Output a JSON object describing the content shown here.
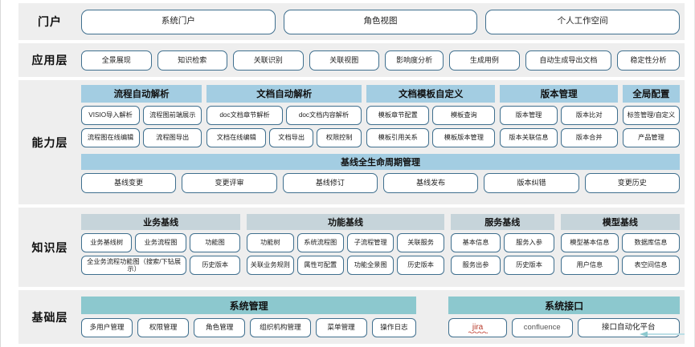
{
  "colors": {
    "band_bg": "#eeeeee",
    "pill_border": "#3f6f8e",
    "capability_header": "#a3cde2",
    "knowledge_header": "#c6d4da",
    "foundation_header": "#8cc8ce",
    "page_bg": "#ffffff"
  },
  "layers": {
    "portal": {
      "label": "门户",
      "items": [
        "系统门户",
        "角色视图",
        "个人工作空间"
      ]
    },
    "application": {
      "label": "应用层",
      "items": [
        "全景展现",
        "知识检索",
        "关联识别",
        "关联视图",
        "影响度分析",
        "生成用例",
        "自动生成导出文档",
        "稳定性分析"
      ]
    },
    "capability": {
      "label": "能力层",
      "groups": [
        {
          "title": "流程自动解析",
          "rows": [
            [
              "VISIO导入解析",
              "流程图前端展示"
            ],
            [
              "流程图在线编辑",
              "流程图导出"
            ]
          ]
        },
        {
          "title": "文档自动解析",
          "rows": [
            [
              "doc文档章节解析",
              "doc文档内容解析"
            ],
            [
              "文档在线编辑",
              "文档导出",
              "权限控制"
            ]
          ]
        },
        {
          "title": "文档模板自定义",
          "rows": [
            [
              "模板章节配置",
              "模板查询"
            ],
            [
              "模板引用关系",
              "模板版本管理"
            ]
          ]
        },
        {
          "title": "版本管理",
          "rows": [
            [
              "版本管理",
              "版本比对"
            ],
            [
              "版本关联信息",
              "版本合并"
            ]
          ]
        },
        {
          "title": "全局配置",
          "rows": [
            [
              "标签管理/自定义"
            ],
            [
              "产品管理"
            ]
          ]
        }
      ],
      "lifecycle": {
        "title": "基线全生命周期管理",
        "items": [
          "基线变更",
          "变更评审",
          "基线修订",
          "基线发布",
          "版本纠错",
          "变更历史"
        ]
      }
    },
    "knowledge": {
      "label": "知识层",
      "groups": [
        {
          "title": "业务基线",
          "rows": [
            [
              "业务基线树",
              "业务流程图",
              "功能图"
            ],
            [
              "全业务流程功能图（搜索/下钻展示）",
              "历史版本"
            ]
          ]
        },
        {
          "title": "功能基线",
          "rows": [
            [
              "功能树",
              "系统流程图",
              "子流程管理",
              "关联服务"
            ],
            [
              "关联业务规则",
              "属性可配置",
              "功能全景图",
              "历史版本"
            ]
          ]
        },
        {
          "title": "服务基线",
          "rows": [
            [
              "基本信息",
              "服务入参"
            ],
            [
              "服务出参",
              "历史版本"
            ]
          ]
        },
        {
          "title": "模型基线",
          "rows": [
            [
              "模型基本信息",
              "数据库信息"
            ],
            [
              "用户信息",
              "表空间信息"
            ]
          ]
        }
      ]
    },
    "foundation": {
      "label": "基础层",
      "groups": [
        {
          "title": "系统管理",
          "rows": [
            [
              "多用户管理",
              "权限管理",
              "角色管理",
              "组织机构管理",
              "菜单管理",
              "操作日志"
            ]
          ]
        },
        {
          "title": "系统接口",
          "rows": [
            [
              "jira",
              "confluence",
              "接口自动化平台"
            ]
          ]
        }
      ]
    }
  }
}
